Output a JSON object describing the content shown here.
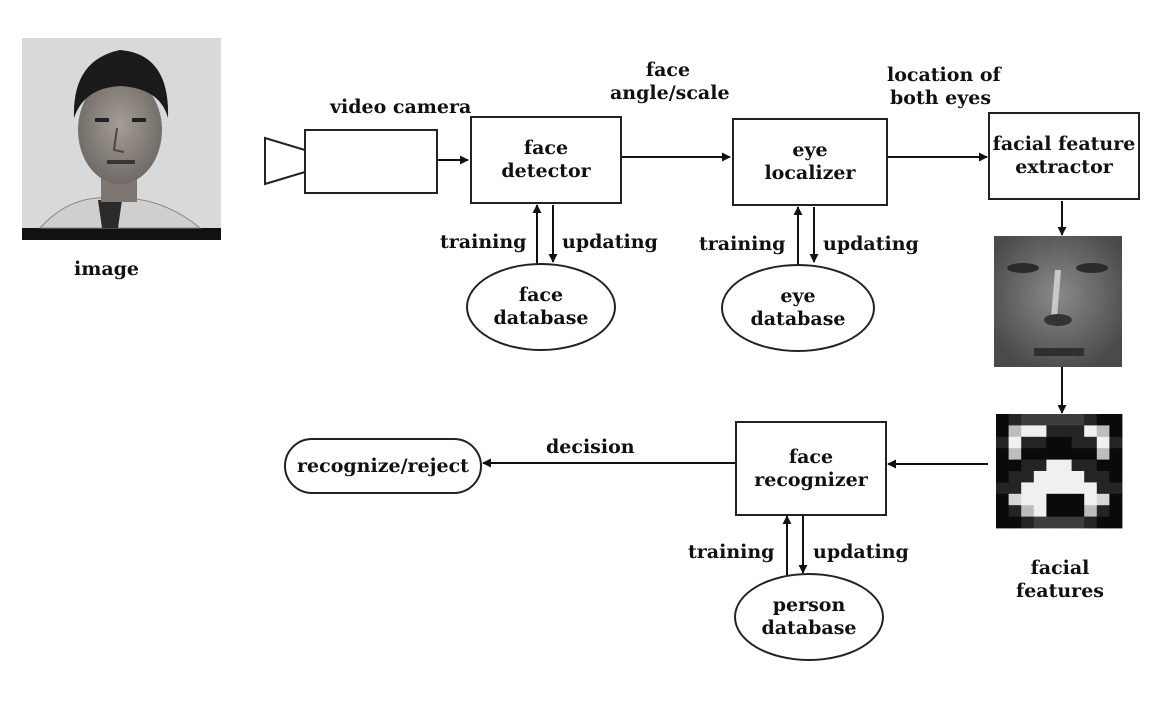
{
  "photo": {
    "caption": "image"
  },
  "camera": {
    "label": "video camera"
  },
  "face_detector": {
    "line1": "face",
    "line2": "detector"
  },
  "eye_localizer": {
    "line1": "eye",
    "line2": "localizer"
  },
  "feature_extractor": {
    "line1": "facial feature",
    "line2": "extractor"
  },
  "face_recognizer": {
    "line1": "face",
    "line2": "recognizer"
  },
  "face_database": {
    "line1": "face",
    "line2": "database"
  },
  "eye_database": {
    "line1": "eye",
    "line2": "database"
  },
  "person_database": {
    "line1": "person",
    "line2": "database"
  },
  "output": {
    "label": "recognize/reject"
  },
  "edges": {
    "angle_scale_1": "face",
    "angle_scale_2": "angle/scale",
    "eyes_loc_1": "location of",
    "eyes_loc_2": "both eyes",
    "decision": "decision",
    "training": "training",
    "updating": "updating",
    "features_1": "facial",
    "features_2": "features"
  }
}
